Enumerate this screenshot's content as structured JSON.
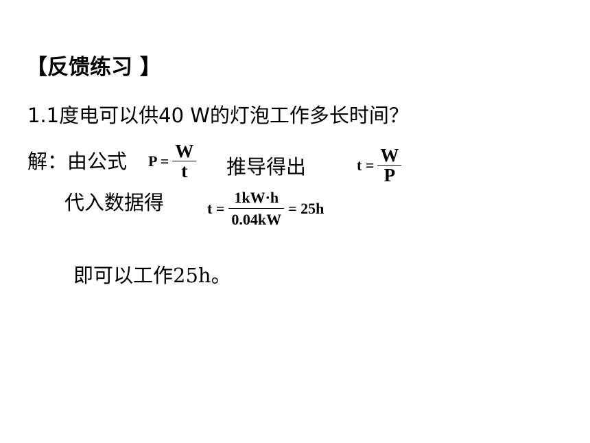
{
  "heading": "【反馈练习 】",
  "question": "1.1度电可以供40 W的灯泡工作多长时间？",
  "solution": {
    "label": "解：由公式",
    "formula1": {
      "lhs": "P =",
      "num": "W",
      "den": "t"
    },
    "derive_label": "推导得出",
    "formula2": {
      "lhs": "t =",
      "num": "W",
      "den": "P"
    },
    "substitute_label": "代入数据得",
    "formula3": {
      "lhs": "t =",
      "num": "1kW·h",
      "den": "0.04kW",
      "rhs": "= 25h"
    },
    "answer": "即可以工作25h。"
  }
}
